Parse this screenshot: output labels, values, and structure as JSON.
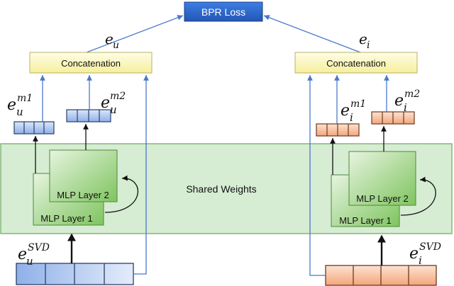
{
  "loss": {
    "label": "BPR Loss"
  },
  "shared": {
    "label": "Shared Weights"
  },
  "user": {
    "concat_label": "Concatenation",
    "embedding_symbol": "e",
    "embedding_sub": "u",
    "m1_sup": "m1",
    "m2_sup": "m2",
    "svd_sup": "SVD",
    "mlp1_label": "MLP Layer 1",
    "mlp2_label": "MLP Layer 2"
  },
  "item": {
    "concat_label": "Concatenation",
    "embedding_symbol": "e",
    "embedding_sub": "i",
    "m1_sup": "m1",
    "m2_sup": "m2",
    "svd_sup": "SVD",
    "mlp1_label": "MLP Layer 1",
    "mlp2_label": "MLP Layer 2"
  },
  "colors": {
    "loss_fill": "#2e6ed6",
    "concat_fill": "#fbf7c6",
    "shared_fill": "#d6ecd3",
    "shared_stroke": "#6aa85e",
    "mlp_fill": "#8fcf76",
    "user_vec": "#8fb0e8",
    "item_vec": "#f2a67b",
    "arrow_blue": "#4a78c9",
    "arrow_black": "#111111"
  }
}
